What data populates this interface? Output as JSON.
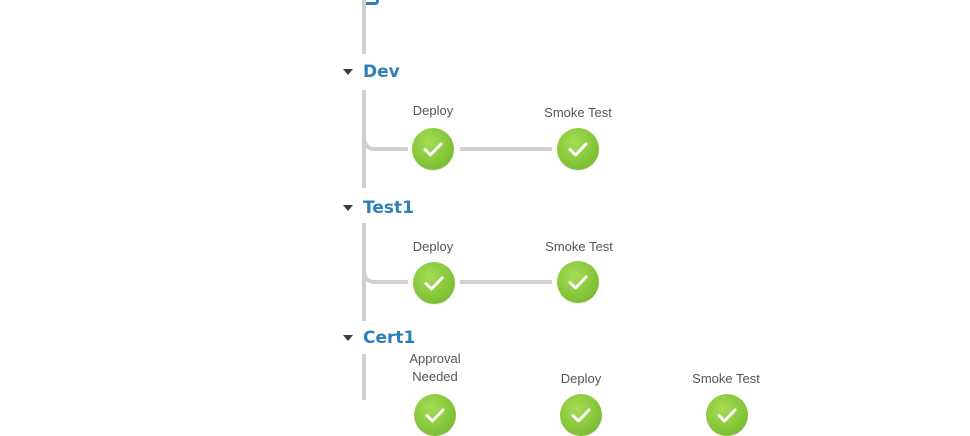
{
  "pipeline": {
    "status_color": "#86c63a",
    "accent_color": "#2e7fb8",
    "stages": [
      {
        "name": "Dev",
        "steps": [
          {
            "label": "Deploy",
            "status_icon": "check-icon",
            "status": "succeeded"
          },
          {
            "label": "Smoke Test",
            "status_icon": "check-icon",
            "status": "succeeded"
          }
        ]
      },
      {
        "name": "Test1",
        "steps": [
          {
            "label": "Deploy",
            "status_icon": "check-icon",
            "status": "succeeded"
          },
          {
            "label": "Smoke Test",
            "status_icon": "check-icon",
            "status": "succeeded"
          }
        ]
      },
      {
        "name": "Cert1",
        "steps": [
          {
            "label": "Approval Needed",
            "status_icon": "check-icon",
            "status": "succeeded"
          },
          {
            "label": "Deploy",
            "status_icon": "check-icon",
            "status": "succeeded"
          },
          {
            "label": "Smoke Test",
            "status_icon": "check-icon",
            "status": "succeeded"
          }
        ]
      }
    ]
  }
}
